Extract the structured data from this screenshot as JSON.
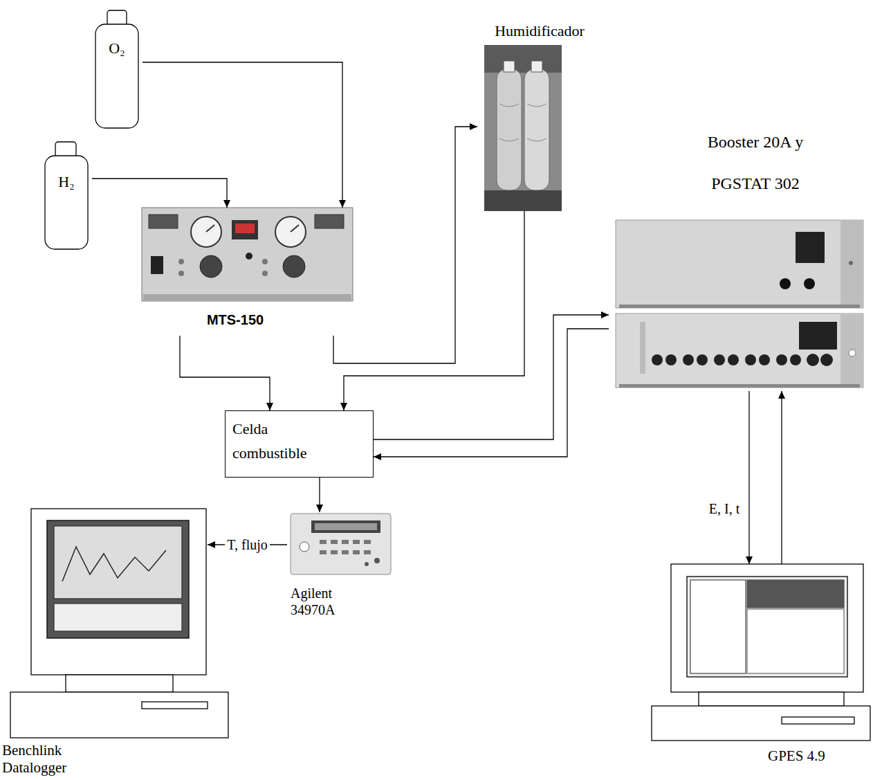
{
  "diagram": {
    "nodes": [
      {
        "text": [
          "O₂"
        ]
      },
      {
        "text": [
          "Humidificador"
        ]
      },
      {
        "text": [
          "H₂"
        ]
      },
      {
        "text": [
          "MTS-150"
        ]
      },
      {
        "text": [
          "Booster 20A y PGSTAT 302"
        ]
      },
      {
        "text": [
          "Celda combustible"
        ]
      },
      {
        "text": [
          "Agilent 34970A"
        ]
      },
      {
        "text": [
          "Benchlink Datalogger"
        ]
      },
      {
        "text": [
          "GPES 4.9"
        ]
      }
    ],
    "edges": [
      {
        "from": 0,
        "to": 3,
        "arrow": "to"
      },
      {
        "from": 2,
        "to": 3,
        "arrow": "to"
      },
      {
        "from": 3,
        "to": 1,
        "arrow": "to"
      },
      {
        "from": 3,
        "to": 5,
        "arrow": "to"
      },
      {
        "from": 1,
        "to": 5,
        "arrow": "to"
      },
      {
        "from": 5,
        "to": 4,
        "arrow": "to"
      },
      {
        "from": 4,
        "to": 5,
        "arrow": "to"
      },
      {
        "from": 5,
        "to": 6,
        "arrow": "to"
      },
      {
        "from": 6,
        "to": 7,
        "label": "T, flujo",
        "arrow": "to"
      },
      {
        "from": 4,
        "to": 8,
        "label": "E, I, t",
        "arrow": "to"
      },
      {
        "from": 8,
        "to": 4,
        "arrow": "to"
      }
    ]
  }
}
